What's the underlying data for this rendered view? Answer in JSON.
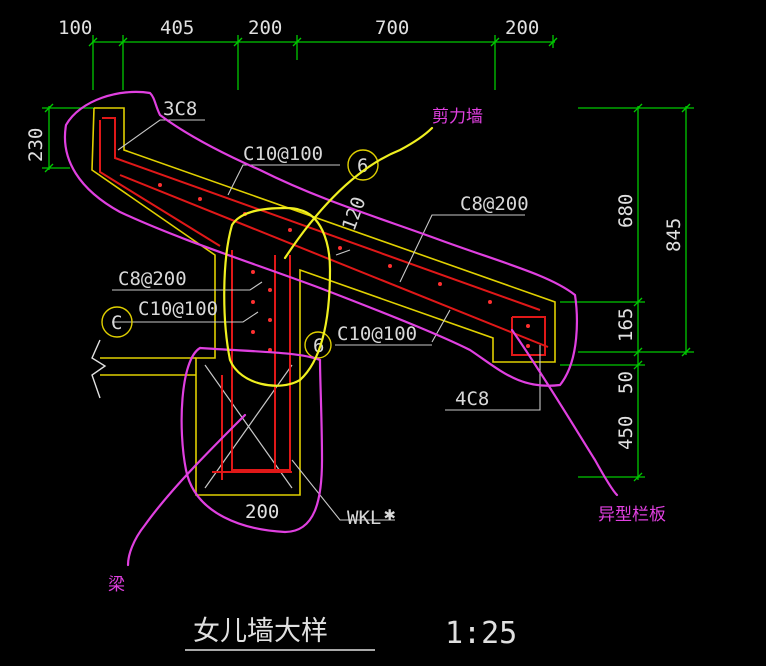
{
  "dimensions_top": [
    "100",
    "405",
    "200",
    "700",
    "200"
  ],
  "dimensions_right": [
    "680",
    "845",
    "165",
    "50",
    "450"
  ],
  "dimension_left": "230",
  "dimension_bottom": "200",
  "dimension_slab": "120",
  "rebar_labels": {
    "top_corner": "3C8",
    "slab_top": "C10@100",
    "slab_dist": "C8@200",
    "wall_horiz": "C8@200",
    "wall_vert": "C10@100",
    "slab_bottom": "C10@100",
    "end_corner": "4C8"
  },
  "axis_labels": [
    "C",
    "6",
    "6"
  ],
  "beam_label": "WKL",
  "beam_mark": "✱",
  "annotations": {
    "shear_wall": "剪力墙",
    "special_parapet": "异型栏板",
    "beam": "梁"
  },
  "title": "女儿墙大样",
  "scale": "1:25",
  "colors": {
    "background": "#000000",
    "dimension": "#00c800",
    "concrete": "#e0d000",
    "rebar": "#e01818",
    "text": "#e0e0e0",
    "annotation_magenta": "#e040e0",
    "annotation_yellow": "#f0f020"
  }
}
